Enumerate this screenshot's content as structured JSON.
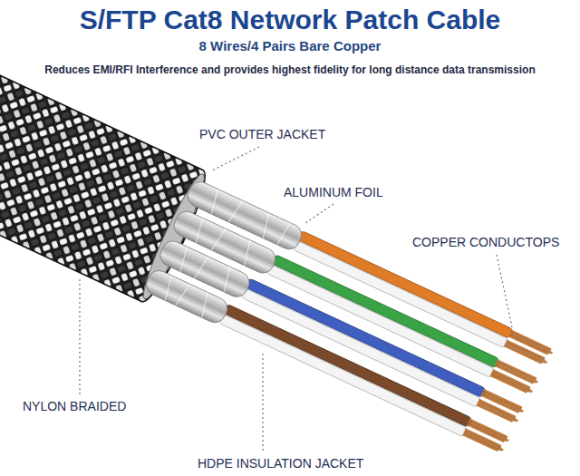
{
  "diagram": {
    "title": "S/FTP Cat8 Network Patch Cable",
    "labels": [
      "8 Wires/4 Pairs Bare Copper",
      "Reduces EMI/RFI Interference and provides highest fidelity for long distance data transmission",
      "PVC OUTER JACKET",
      "ALUMINUM FOIL",
      "COPPER CONDUCTOPS",
      "NYLON BRAIDED",
      "HDPE INSULATION JACKET"
    ]
  }
}
